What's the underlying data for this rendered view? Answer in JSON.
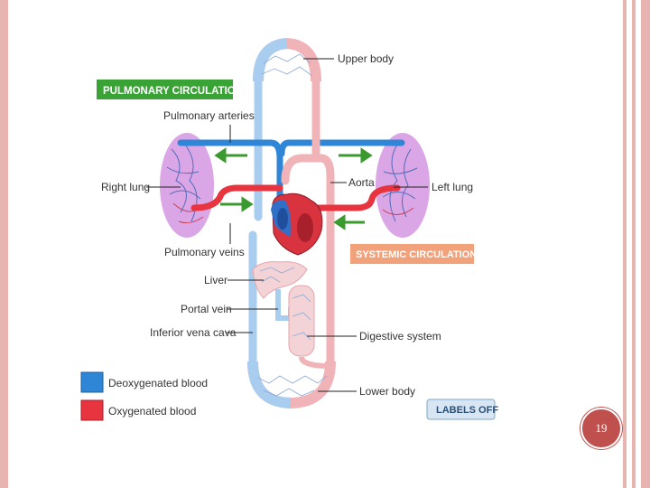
{
  "labels": {
    "pulmonary_circulation": "PULMONARY CIRCULATION",
    "systemic_circulation": "SYSTEMIC CIRCULATION",
    "upper_body": "Upper body",
    "pulmonary_arteries": "Pulmonary arteries",
    "right_lung": "Right lung",
    "left_lung": "Left lung",
    "aorta": "Aorta",
    "pulmonary_veins": "Pulmonary veins",
    "liver": "Liver",
    "portal_vein": "Portal vein",
    "inferior_vena_cava": "Inferior vena cava",
    "digestive_system": "Digestive system",
    "lower_body": "Lower body"
  },
  "legend": {
    "deoxygenated": "Deoxygenated blood",
    "oxygenated": "Oxygenated blood"
  },
  "button": {
    "labels_off": "LABELS OFF"
  },
  "page_number": "19",
  "colors": {
    "deoxygenated": "#2f86d6",
    "oxygenated": "#e8343f",
    "pulmonary_badge": "#3aa335",
    "systemic_badge": "#f2a27a",
    "lung_fill": "#dba6e6",
    "frame": "#e8b4b0",
    "arrow": "#3a9a2f"
  }
}
